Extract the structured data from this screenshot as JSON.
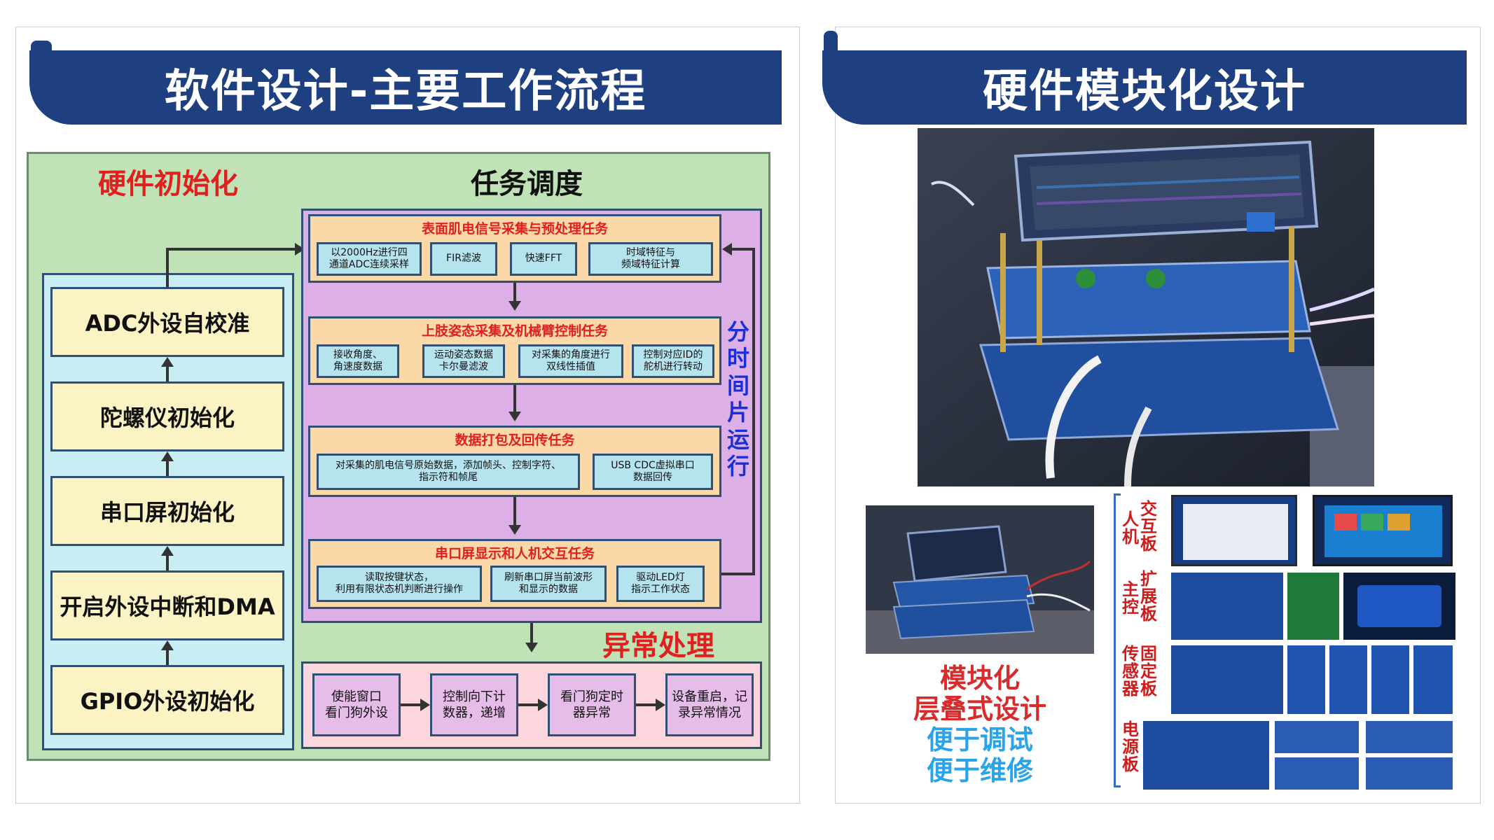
{
  "left_panel": {
    "title": "软件设计-主要工作流程",
    "hw_init_label": "硬件初始化",
    "task_sched_label": "任务调度",
    "init_steps": [
      "ADC外设自校准",
      "陀螺仪初始化",
      "串口屏初始化",
      "开启外设中断和DMA",
      "GPIO外设初始化"
    ],
    "tasks": [
      {
        "title": "表面肌电信号采集与预处理任务",
        "items": [
          "以2000Hz进行四\n通道ADC连续采样",
          "FIR滤波",
          "快速FFT",
          "时域特征与\n频域特征计算"
        ]
      },
      {
        "title": "上肢姿态采集及机械臂控制任务",
        "items": [
          "接收角度、\n角速度数据",
          "运动姿态数据\n卡尔曼滤波",
          "对采集的角度进行\n双线性插值",
          "控制对应ID的\n舵机进行转动"
        ]
      },
      {
        "title": "数据打包及回传任务",
        "items": [
          "对采集的肌电信号原始数据，添加帧头、控制字符、\n指示符和帧尾",
          "USB CDC虚拟串口\n数据回传"
        ]
      },
      {
        "title": "串口屏显示和人机交互任务",
        "items": [
          "读取按键状态，\n利用有限状态机判断进行操作",
          "刷新串口屏当前波形\n和显示的数据",
          "驱动LED灯\n指示工作状态"
        ]
      }
    ],
    "time_slice_label": "分时间片运行",
    "exception_label": "异常处理",
    "exception_steps": [
      "使能窗口\n看门狗外设",
      "控制向下计\n数器，递增",
      "看门狗定时\n器异常",
      "设备重启，记\n录异常情况"
    ]
  },
  "right_panel": {
    "title": "硬件模块化设计",
    "slogan": [
      "模块化",
      "层叠式设计",
      "便于调试",
      "便于维修"
    ],
    "board_labels": [
      {
        "name": "人机交互板",
        "col1": "人机",
        "col2": "交互板"
      },
      {
        "name": "主控扩展板",
        "col1": "主控",
        "col2": "扩展板"
      },
      {
        "name": "传感器固定板",
        "col1": "传感器",
        "col2": "固定板"
      },
      {
        "name": "电源板",
        "col1": "",
        "col2": "电源板"
      }
    ]
  },
  "colors": {
    "banner": "#1e3f80",
    "red_text": "#e0201f",
    "blue_text": "#1b2fd8",
    "slogan_red": "#d92b2b",
    "slogan_blue": "#2aa3e8"
  }
}
